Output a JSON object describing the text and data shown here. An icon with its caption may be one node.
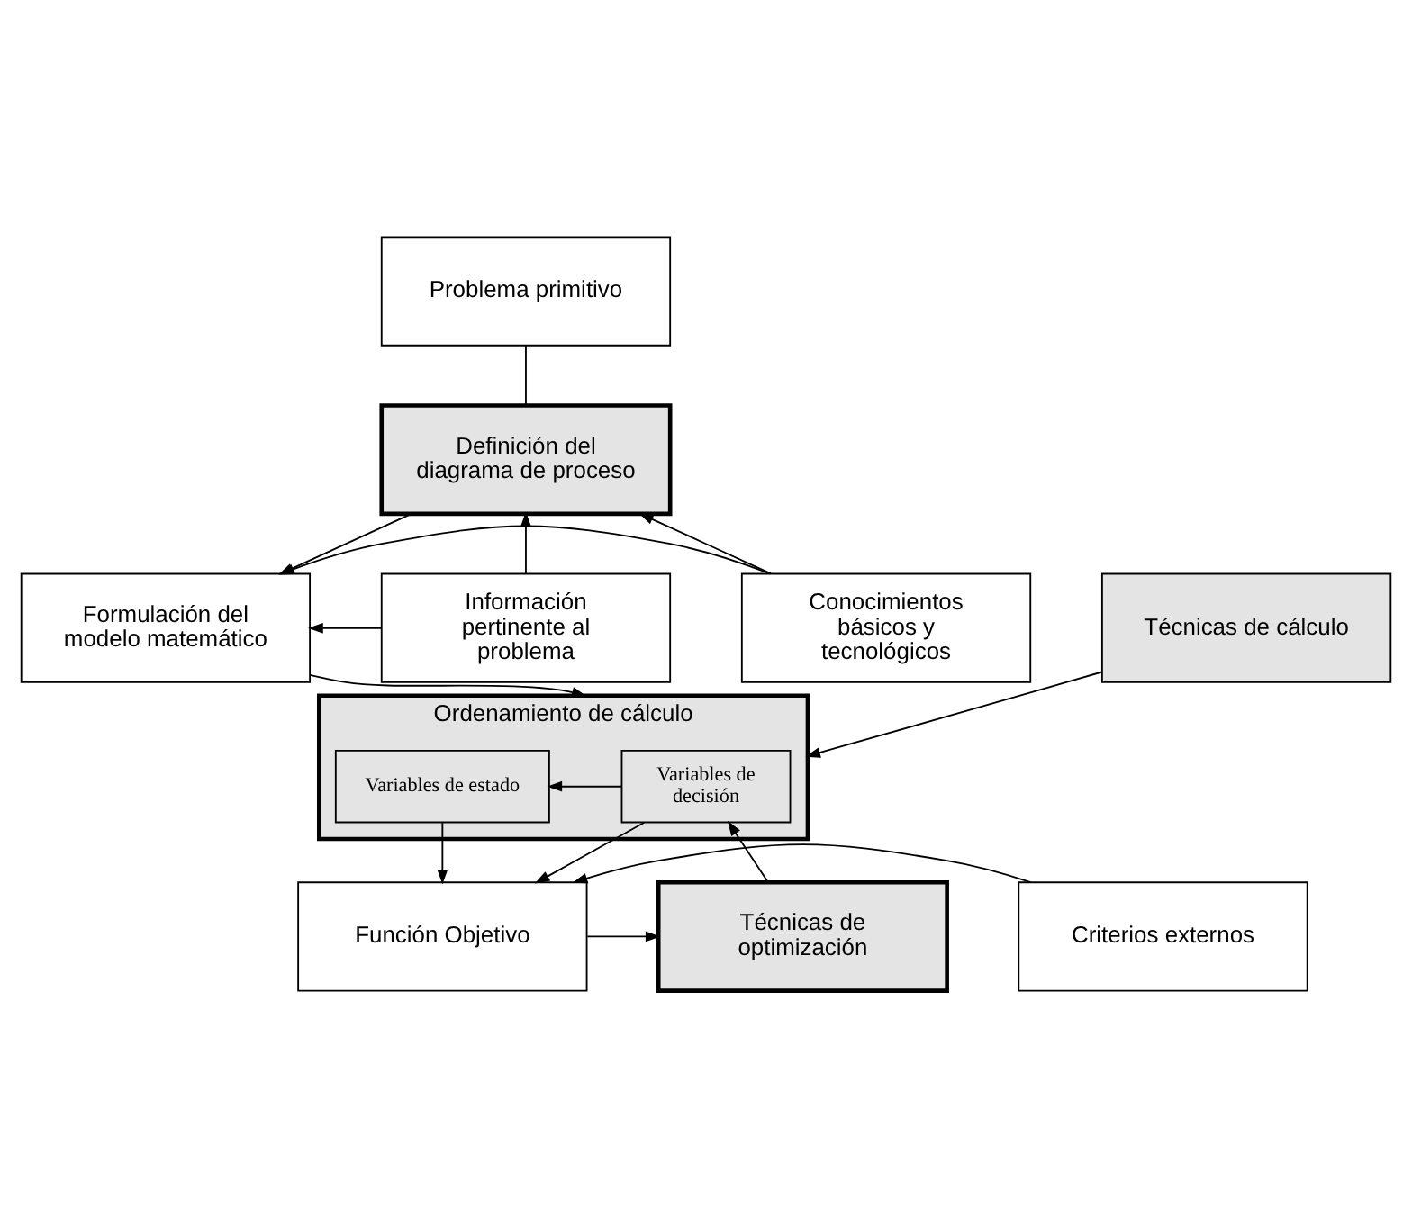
{
  "diagram": {
    "nodes": [
      {
        "text": [
          "Problema primitivo"
        ]
      },
      {
        "text": [
          "Definición del diagrama de proceso"
        ]
      },
      {
        "text": [
          "Información pertinente al problema"
        ]
      },
      {
        "text": [
          "Formulación del modelo matemático"
        ]
      },
      {
        "text": [
          "Conocimientos básicos y tecnológicos"
        ]
      },
      {
        "text": [
          "Ordenamiento de cálculo"
        ]
      },
      {
        "text": [
          "Variables de decisión"
        ],
        "in": 5
      },
      {
        "text": [
          "Variables de estado"
        ],
        "in": 5
      },
      {
        "text": [
          "Técnicas de cálculo"
        ]
      },
      {
        "text": [
          "Técnicas de optimización"
        ]
      },
      {
        "text": [
          "Función Objetivo"
        ]
      },
      {
        "text": [
          "Criterios externos"
        ]
      }
    ],
    "edges": [
      {
        "from": 0,
        "to": 1,
        "arrow": "none"
      },
      {
        "from": 2,
        "to": 1,
        "arrow": "to"
      },
      {
        "from": 4,
        "to": 1,
        "arrow": "to"
      },
      {
        "from": 1,
        "to": 3,
        "arrow": "to"
      },
      {
        "from": 2,
        "to": 3,
        "arrow": "to"
      },
      {
        "from": 4,
        "to": 3,
        "arrow": "to"
      },
      {
        "from": 3,
        "to": 5,
        "arrow": "to"
      },
      {
        "from": 8,
        "to": 5,
        "arrow": "to"
      },
      {
        "from": 9,
        "to": 6,
        "arrow": "to"
      },
      {
        "from": 6,
        "to": 7,
        "arrow": "to"
      },
      {
        "from": 6,
        "to": 10,
        "arrow": "to"
      },
      {
        "from": 7,
        "to": 10,
        "arrow": "to"
      },
      {
        "from": 10,
        "to": 9,
        "arrow": "to"
      },
      {
        "from": 11,
        "to": 10,
        "arrow": "to"
      }
    ]
  }
}
